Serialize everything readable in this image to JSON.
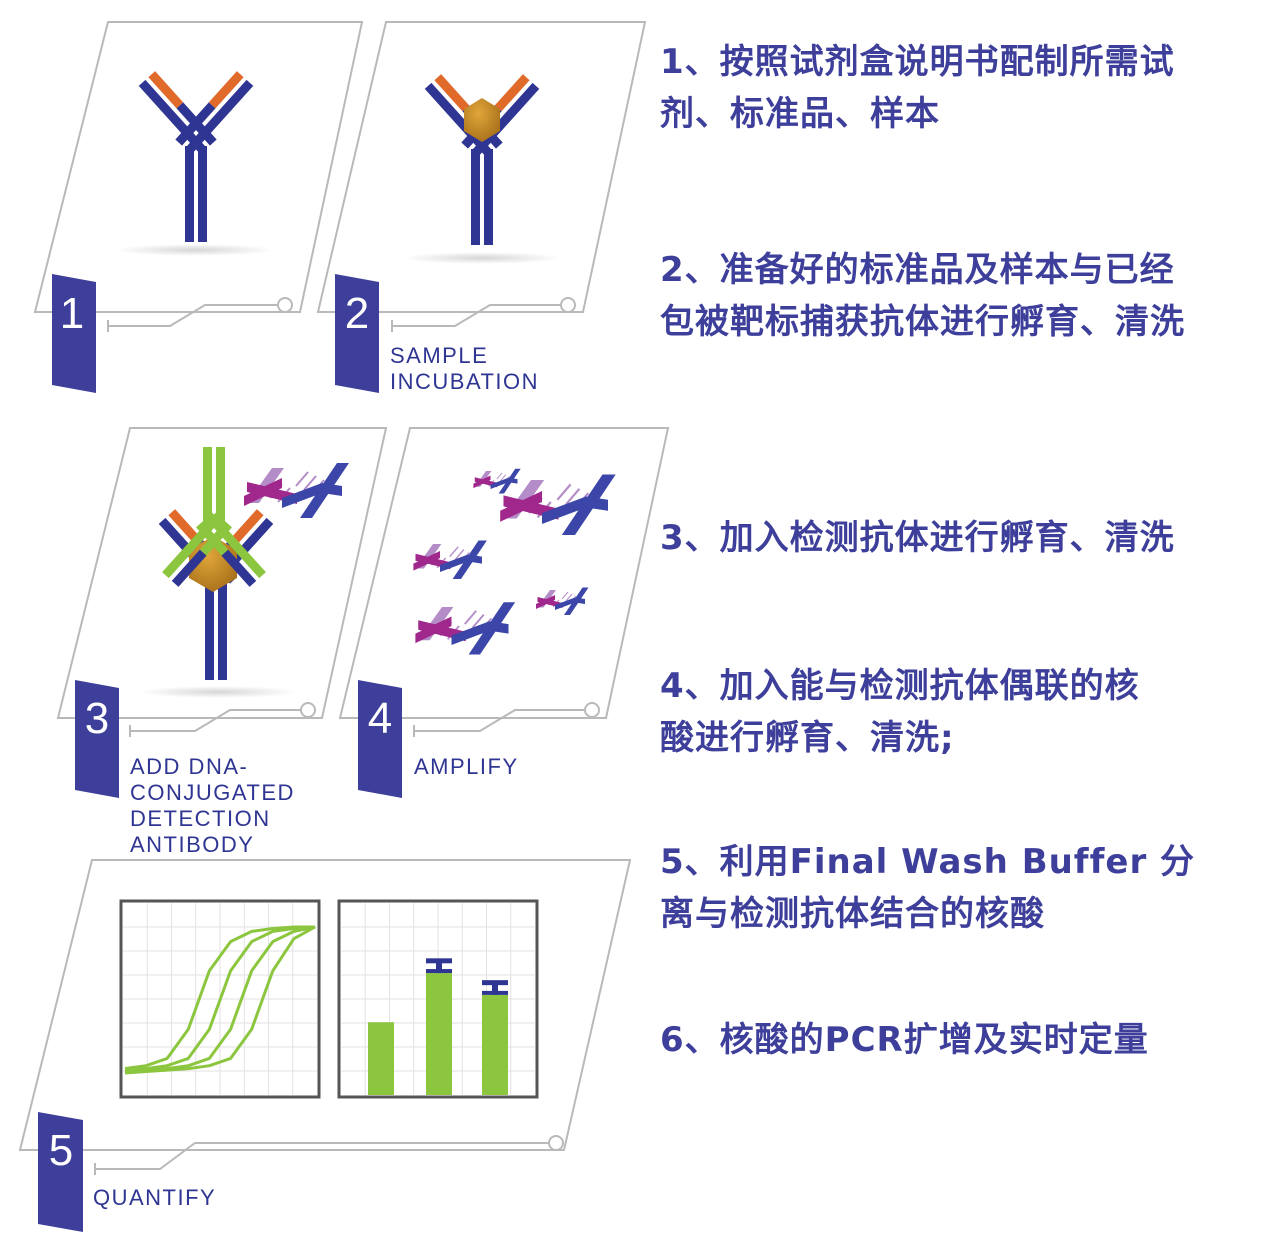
{
  "panels": [
    {
      "number": "1",
      "caption": []
    },
    {
      "number": "2",
      "caption": [
        "SAMPLE",
        "INCUBATION"
      ]
    },
    {
      "number": "3",
      "caption": [
        "ADD DNA-",
        "CONJUGATED",
        "DETECTION",
        "ANTIBODY"
      ]
    },
    {
      "number": "4",
      "caption": [
        "AMPLIFY"
      ]
    },
    {
      "number": "5",
      "caption": [
        "QUANTIFY"
      ]
    }
  ],
  "steps": [
    {
      "lines": [
        "1、按照试剂盒说明书配制所需试",
        "剂、标准品、样本"
      ]
    },
    {
      "lines": [
        "2、准备好的标准品及样本与已经",
        "包被靶标捕获抗体进行孵育、清洗"
      ]
    },
    {
      "lines": [
        "3、加入检测抗体进行孵育、清洗"
      ]
    },
    {
      "lines": [
        "4、加入能与检测抗体偶联的核",
        "酸进行孵育、清洗;"
      ]
    },
    {
      "lines": [
        "5、利用Final Wash Buffer 分",
        "离与检测抗体结合的核酸"
      ]
    },
    {
      "lines": [
        "6、核酸的PCR扩增及实时定量"
      ]
    }
  ],
  "colors": {
    "text": "#3d3f9a",
    "antibody_blue": "#2f3592",
    "antibody_orange": "#e06a2a",
    "antigen_gold": "#c88a1e",
    "detection_green": "#8cc63f",
    "dna_blue": "#3b46a8",
    "dna_magenta": "#a0288c",
    "dna_lilac": "#b48cc8",
    "panel_outline": "#b9b9b9"
  },
  "chart_data": [
    {
      "type": "line",
      "title": "",
      "series": [
        {
          "values": [
            0.03,
            0.05,
            0.1,
            0.3,
            0.7,
            0.9,
            0.97,
            0.99,
            1.0,
            1.0
          ]
        },
        {
          "values": [
            0.02,
            0.03,
            0.05,
            0.1,
            0.3,
            0.7,
            0.9,
            0.97,
            0.99,
            1.0
          ]
        },
        {
          "values": [
            0.01,
            0.02,
            0.03,
            0.05,
            0.1,
            0.3,
            0.7,
            0.9,
            0.97,
            1.0
          ]
        },
        {
          "values": [
            0.0,
            0.01,
            0.02,
            0.03,
            0.05,
            0.1,
            0.3,
            0.7,
            0.92,
            1.0
          ]
        }
      ],
      "ylim": [
        0,
        1
      ],
      "grid": true
    },
    {
      "type": "bar",
      "title": "",
      "values": [
        0.4,
        0.67,
        0.55
      ],
      "errors": [
        0,
        0.07,
        0.07
      ],
      "ylim": [
        0,
        1
      ],
      "grid": true
    }
  ]
}
